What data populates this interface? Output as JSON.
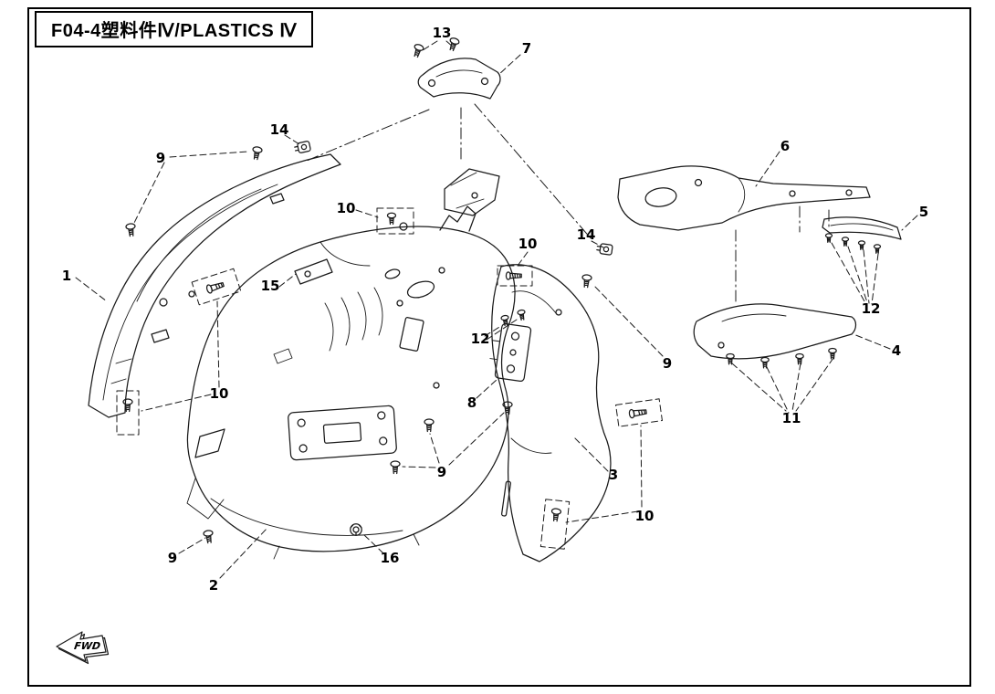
{
  "page": {
    "title": "F04-4塑料件Ⅳ/PLASTICS Ⅳ",
    "fwd_label": "FWD"
  },
  "diagram": {
    "type": "exploded-parts-diagram",
    "callouts": [
      "13",
      "7",
      "14",
      "9",
      "6",
      "10",
      "5",
      "14",
      "10",
      "1",
      "15",
      "12",
      "12",
      "4",
      "9",
      "10",
      "8",
      "11",
      "3",
      "9",
      "10",
      "9",
      "16",
      "2"
    ]
  }
}
